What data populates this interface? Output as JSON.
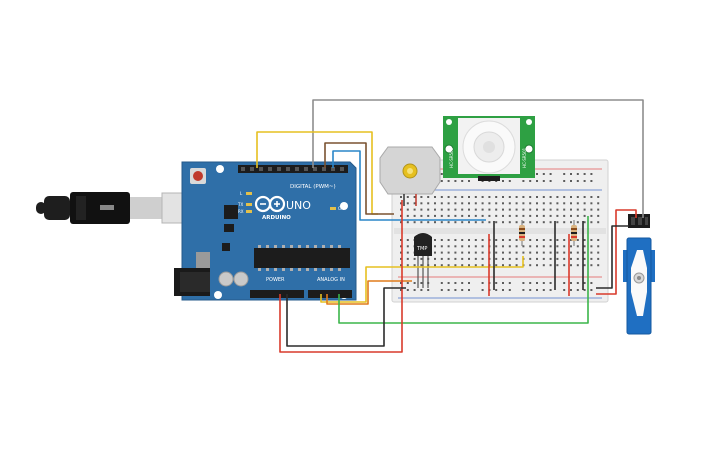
{
  "board": {
    "brand": "ARDUINO",
    "model": "UNO",
    "digital_header": "DIGITAL (PWM~)",
    "power_header": "POWER",
    "analog_header": "ANALOG IN",
    "tx_label": "TX",
    "rx_label": "RX",
    "l_label": "L",
    "on_label": "ON"
  },
  "temp_sensor": {
    "label": "TMP"
  },
  "pir_sensor": {
    "label_left": "HC-SR501",
    "label_right": "HC-SR501"
  },
  "colors": {
    "board": "#2f6fa8",
    "breadboard": "#efefef",
    "wire_red": "#d93a2b",
    "wire_black": "#2b2b2b",
    "wire_yellow": "#e6c020",
    "wire_blue": "#2a86c8",
    "wire_green": "#3bb54a",
    "wire_orange": "#e07b1a",
    "wire_brown": "#7a5230",
    "wire_gray": "#8d8d8d",
    "pir_board": "#2ea043",
    "servo": "#1f6fc2"
  },
  "icons": {
    "usb": "usb-cable-icon",
    "motor": "dc-motor-icon",
    "servo": "servo-icon"
  }
}
